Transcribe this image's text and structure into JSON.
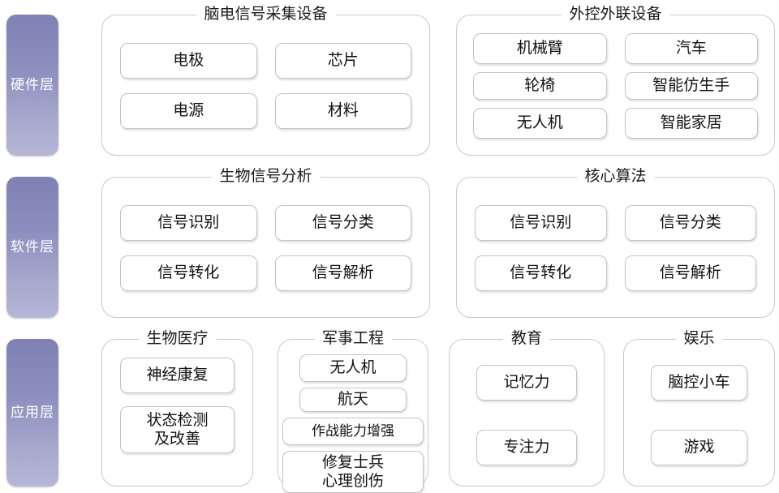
{
  "diagram": {
    "title_semantic": "brain-computer-interface-three-layer-architecture",
    "layers": [
      {
        "id": "hardware",
        "label": "硬件层"
      },
      {
        "id": "software",
        "label": "软件层"
      },
      {
        "id": "application",
        "label": "应用层"
      }
    ],
    "groups": [
      {
        "id": "eeg-acquisition-device",
        "layer": "hardware",
        "title": "脑电信号采集设备",
        "columns": [
          {
            "items": [
              "电极",
              "电源"
            ]
          },
          {
            "items": [
              "芯片",
              "材料"
            ]
          }
        ]
      },
      {
        "id": "external-control-linked-device",
        "layer": "hardware",
        "title": "外控外联设备",
        "columns": [
          {
            "items": [
              "机械臂",
              "轮椅",
              "无人机"
            ]
          },
          {
            "items": [
              "汽车",
              "智能仿生手",
              "智能家居"
            ]
          }
        ]
      },
      {
        "id": "biosignal-analysis",
        "layer": "software",
        "title": "生物信号分析",
        "columns": [
          {
            "items": [
              "信号识别",
              "信号转化"
            ]
          },
          {
            "items": [
              "信号分类",
              "信号解析"
            ]
          }
        ]
      },
      {
        "id": "core-algorithm",
        "layer": "software",
        "title": "核心算法",
        "columns": [
          {
            "items": [
              "信号识别",
              "信号转化"
            ]
          },
          {
            "items": [
              "信号分类",
              "信号解析"
            ]
          }
        ]
      },
      {
        "id": "biomedical",
        "layer": "application",
        "title": "生物医疗",
        "columns": [
          {
            "items": [
              "神经康复",
              "状态检测\n及改善"
            ]
          }
        ]
      },
      {
        "id": "military-engineering",
        "layer": "application",
        "title": "军事工程",
        "columns": [
          {
            "items": [
              "无人机",
              "航天",
              "作战能力增强",
              "修复士兵\n心理创伤"
            ]
          }
        ]
      },
      {
        "id": "education",
        "layer": "application",
        "title": "教育",
        "columns": [
          {
            "items": [
              "记忆力",
              "专注力"
            ]
          }
        ]
      },
      {
        "id": "entertainment",
        "layer": "application",
        "title": "娱乐",
        "columns": [
          {
            "items": [
              "脑控小车",
              "游戏"
            ]
          }
        ]
      }
    ],
    "colors": {
      "layer_pill_top": "#7e81b3",
      "layer_pill_bottom": "#b6b7d6",
      "group_border": "#c9c9c9",
      "chip_border": "#c4c4c4",
      "background": "#ffffff",
      "text": "#1a1a1a"
    }
  }
}
